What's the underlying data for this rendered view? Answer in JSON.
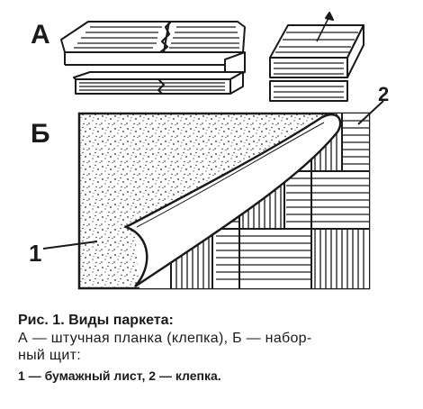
{
  "labels": {
    "panel_a": "А",
    "panel_b": "Б",
    "callout_1": "1",
    "callout_2": "2"
  },
  "caption": {
    "title": "Рис. 1. Виды паркета:",
    "line1": "А — штучная планка (клепка), Б — набор-",
    "line2": "ный щит:",
    "legend": "1 — бумажный лист, 2 — клепка."
  }
}
